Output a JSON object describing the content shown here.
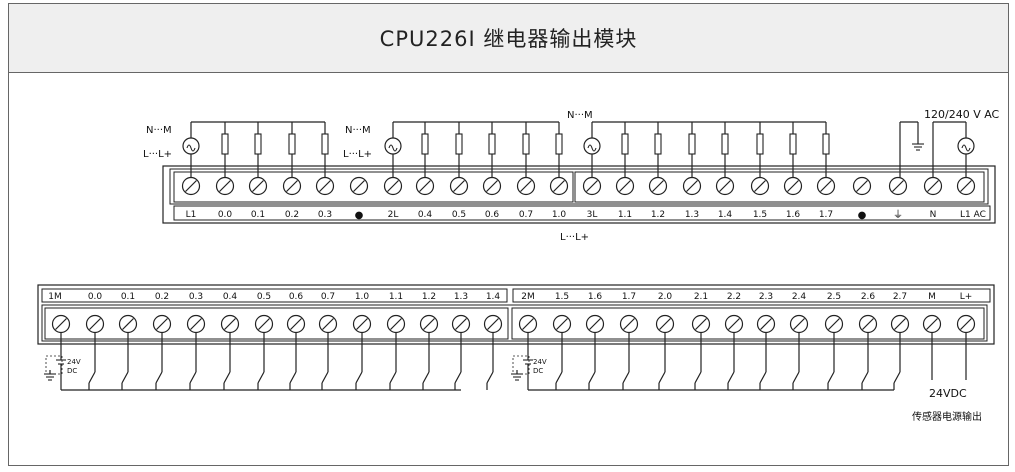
{
  "title": "CPU226I 继电器输出模块",
  "top_terminals": {
    "group1": [
      "L1",
      "0.0",
      "0.1",
      "0.2",
      "0.3",
      "●"
    ],
    "group2": [
      "2L",
      "0.4",
      "0.5",
      "0.6",
      "0.7",
      "1.0"
    ],
    "group3": [
      "3L",
      "1.1",
      "1.2",
      "1.3",
      "1.4",
      "1.5",
      "1.6",
      "1.7",
      "●",
      "⏚",
      "N",
      "L1 AC"
    ]
  },
  "bottom_terminals": {
    "group1": [
      "1M",
      "0.0",
      "0.1",
      "0.2",
      "0.3",
      "0.4",
      "0.5",
      "0.6",
      "0.7",
      "1.0",
      "1.1",
      "1.2",
      "1.3",
      "1.4"
    ],
    "group2": [
      "2M",
      "1.5",
      "1.6",
      "1.7",
      "2.0",
      "2.1",
      "2.2",
      "2.3",
      "2.4",
      "2.5",
      "2.6",
      "2.7",
      "M",
      "L+"
    ]
  },
  "labels": {
    "n_m": "N···M",
    "l_l": "L···L+",
    "ac_supply": "120/240 V AC",
    "dc_24v": "24V",
    "dc_dc": "DC",
    "sensor_voltage": "24VDC",
    "sensor_power": "传感器电源输出"
  }
}
